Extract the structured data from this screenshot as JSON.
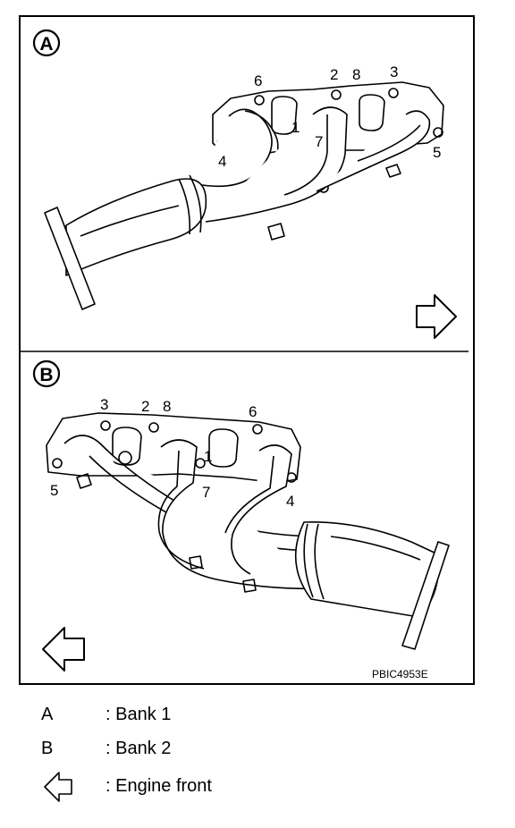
{
  "panels": [
    {
      "label": "A",
      "numbers": [
        "6",
        "2",
        "8",
        "3",
        "1",
        "7",
        "4",
        "5"
      ]
    },
    {
      "label": "B",
      "numbers": [
        "3",
        "2",
        "8",
        "6",
        "1",
        "7",
        "5",
        "4"
      ]
    }
  ],
  "figure_code": "PBIC4953E",
  "legend": [
    {
      "key": "A",
      "text": ": Bank 1"
    },
    {
      "key": "B",
      "text": ": Bank 2"
    },
    {
      "key_icon": "hollow-left-arrow-icon",
      "text": ": Engine front"
    }
  ]
}
